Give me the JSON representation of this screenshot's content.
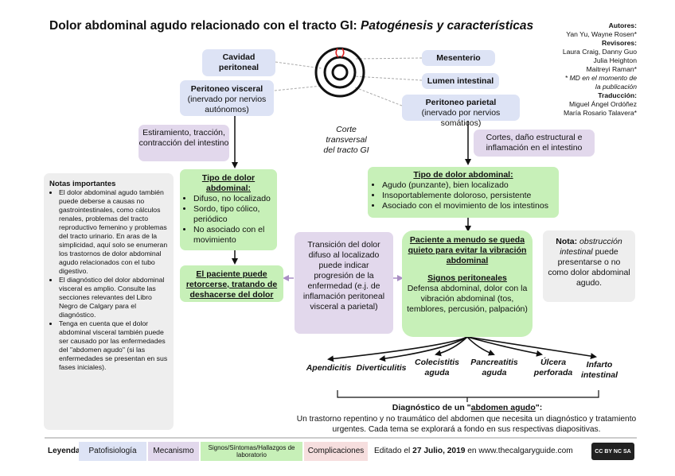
{
  "title": {
    "main": "Dolor abdominal agudo relacionado con el tracto GI: ",
    "italic": "Patogénesis y características"
  },
  "credits": {
    "authors_label": "Autores:",
    "authors": "Yan Yu, Wayne Rosen*",
    "reviewers_label": "Revisores:",
    "reviewers_1": "Laura Craig, Danny Guo",
    "reviewers_2": "Julia Heighton",
    "reviewers_3": "Maitreyi Raman*",
    "note_1": "* MD en el momento de",
    "note_2": "la publicación",
    "translation_label": "Traducción:",
    "translators_1": "Miguel Ángel Ordóñez",
    "translators_2": "María Rosario Talavera*"
  },
  "diagram": {
    "cavidad": "Cavidad peritoneal",
    "mesenterio": "Mesenterio",
    "lumen": "Lumen intestinal",
    "corte": "Corte transversal del tracto GI",
    "visceral_title": "Peritoneo visceral",
    "visceral_sub": "(inervado por nervios autónomos)",
    "parietal_title": "Peritoneo parietal",
    "parietal_sub": "(inervado por nervios somáticos)",
    "estiramiento": "Estiramiento, tracción, contracción del intestino",
    "cortes": "Cortes, daño estructural e inflamación en el intestino"
  },
  "visceral_pain": {
    "title": "Tipo de dolor abdominal:",
    "items": [
      "Difuso, no localizado",
      "Sordo, tipo cólico, periódico",
      "No asociado con el movimiento"
    ]
  },
  "parietal_pain": {
    "title": "Tipo de dolor abdominal:",
    "items": [
      "Agudo (punzante), bien localizado",
      "Insoportablemente doloroso, persistente",
      "Asociado con el movimiento de los intestinos"
    ]
  },
  "writhe": "El paciente puede retorcerse, tratando de deshacerse del dolor",
  "transition": "Transición del dolor difuso al localizado puede indicar progresión de la enfermedad (e.j. de inflamación peritoneal visceral a parietal)",
  "still": {
    "title": "Paciente a menudo se queda quieto para evitar la vibración abdominal",
    "signs_title": "Signos peritoneales",
    "signs_text": "Defensa abdominal, dolor con la vibración abdominal (tos, temblores, percusión, palpación)"
  },
  "obstruction": {
    "label": "Nota",
    "italic": "obstrucción intestinal",
    "rest": "puede presentarse o no como dolor abdominal agudo."
  },
  "notes": {
    "title": "Notas importantes",
    "items": [
      "El dolor abdominal agudo también puede deberse a causas no gastrointestinales, como cálculos renales, problemas del tracto reproductivo femenino y problemas del tracto urinario. En aras de la simplicidad, aquí solo se enumeran los trastornos de dolor abdominal agudo relacionados con el tubo digestivo.",
      "El diagnóstico del dolor abdominal visceral es amplio. Consulte las secciones relevantes del Libro Negro de Calgary para el diagnóstico.",
      "Tenga en cuenta que el dolor abdominal visceral también puede ser causado por las enfermedades del \"abdomen agudo\" (si las enfermedades se presentan en sus fases iniciales)."
    ]
  },
  "diagnoses": [
    "Apendicitis",
    "Diverticulitis",
    "Colecistitis aguda",
    "Pancreatitis aguda",
    "Úlcera perforada",
    "Infarto intestinal"
  ],
  "acute_abdomen": {
    "prefix": "Diagnóstico de un \"",
    "term": "abdomen agudo",
    "suffix": "\":",
    "text": "Un trastorno repentino y no traumático del abdomen que necesita un diagnóstico y tratamiento urgentes. Cada tema se explorará a fondo en sus respectivas diapositivas."
  },
  "legend": {
    "label": "Leyenda:",
    "items": [
      "Patofisiología",
      "Mecanismo",
      "Signos/Síntomas/Hallazgos de laboratorio",
      "Complicaciones"
    ],
    "edited_pre": "Editado el ",
    "edited_date": "27 Julio, 2019",
    "edited_post": " en www.thecalgaryguide.com",
    "license": "CC BY NC SA"
  },
  "colors": {
    "pathophysiology": "#dde3f5",
    "mechanism": "#e2d8ec",
    "signs": "#c7f0b8",
    "complications": "#f6dede",
    "notes": "#eeeeee"
  }
}
